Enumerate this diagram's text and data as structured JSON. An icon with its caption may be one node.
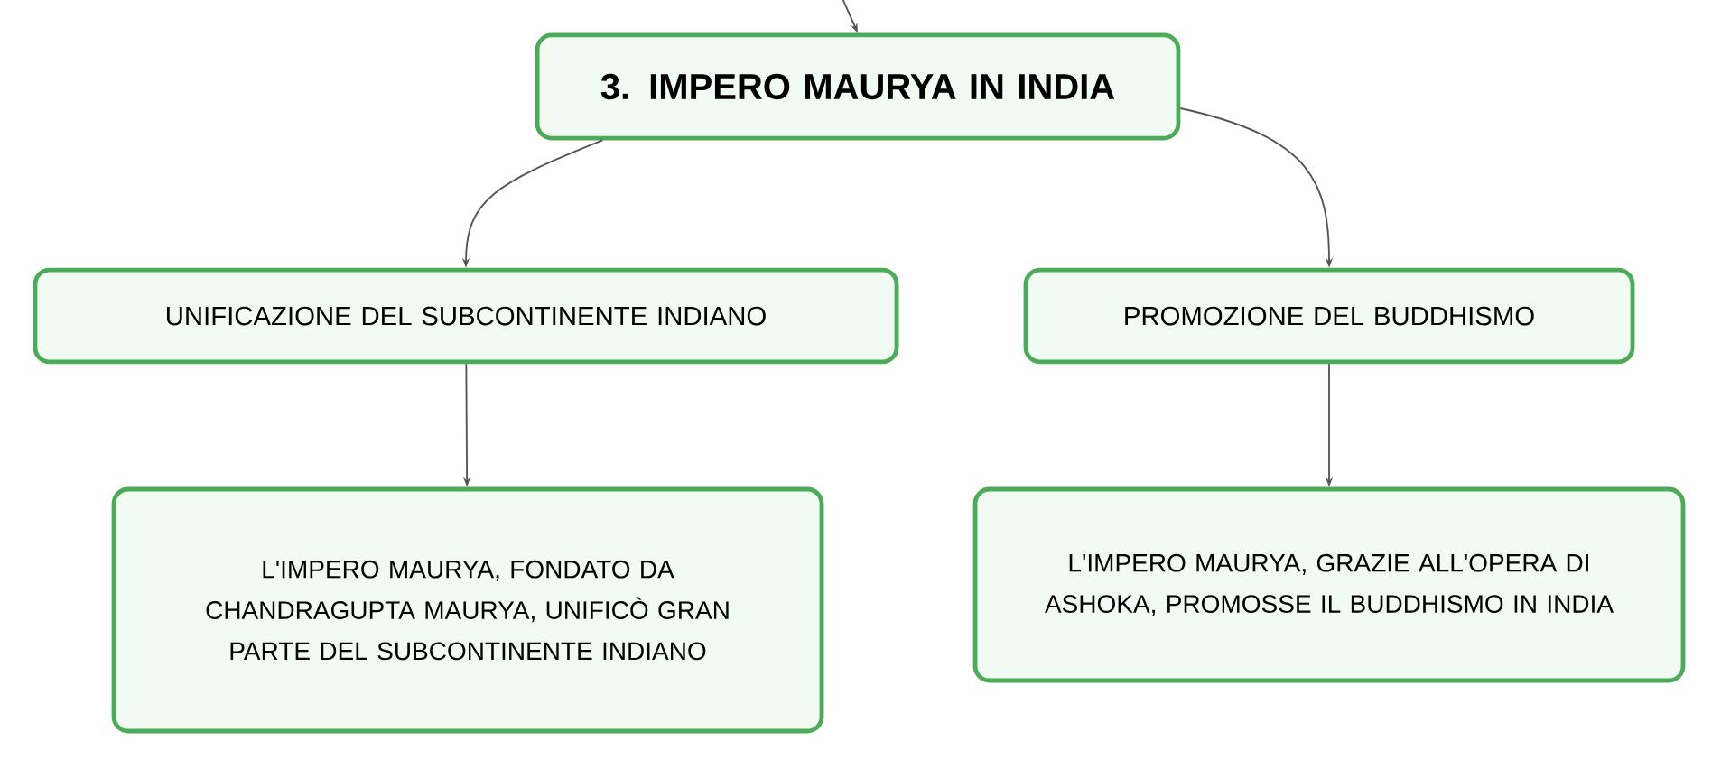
{
  "diagram": {
    "nodes": [
      {
        "text": [
          "3. IMPERO MAURYA IN INDIA"
        ]
      },
      {
        "text": [
          "UNIFICAZIONE DEL SUBCONTINENTE INDIANO"
        ]
      },
      {
        "text": [
          "PROMOZIONE DEL BUDDHISMO"
        ]
      },
      {
        "text": [
          "L'IMPERO MAURYA, FONDATO DA CHANDRAGUPTA MAURYA, UNIFICÒ GRAN PARTE DEL SUBCONTINENTE INDIANO"
        ]
      },
      {
        "text": [
          "L'IMPERO MAURYA, GRAZIE ALL'OPERA DI ASHOKA, PROMOSSE IL BUDDHISMO IN INDIA"
        ]
      }
    ],
    "edges": [
      {
        "from": null,
        "to": 0,
        "arrow": "to"
      },
      {
        "from": 0,
        "to": 1,
        "arrow": "to"
      },
      {
        "from": 0,
        "to": 2,
        "arrow": "to"
      },
      {
        "from": 1,
        "to": 3,
        "arrow": "to"
      },
      {
        "from": 2,
        "to": 4,
        "arrow": "to"
      }
    ]
  }
}
